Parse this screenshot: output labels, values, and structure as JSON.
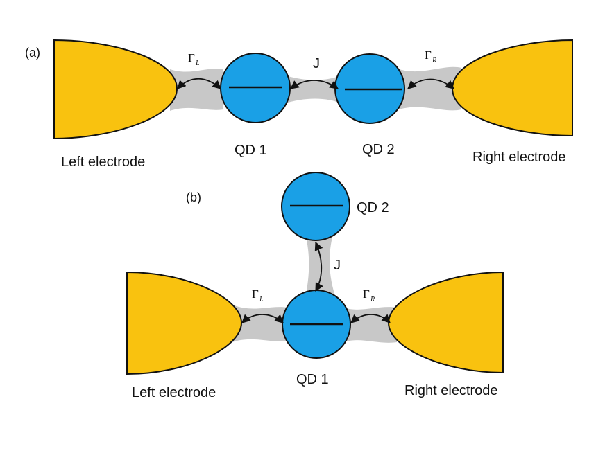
{
  "panel_a": {
    "label": "(a)",
    "gamma_left": {
      "symbol": "Γ",
      "subscript": "L"
    },
    "coupling": "J",
    "gamma_right": {
      "symbol": "Γ",
      "subscript": "R"
    },
    "left_electrode": "Left electrode",
    "dot1": "QD 1",
    "dot2": "QD 2",
    "right_electrode": "Right electrode"
  },
  "panel_b": {
    "label": "(b)",
    "dot2": "QD 2",
    "coupling": "J",
    "gamma_left": {
      "symbol": "Γ",
      "subscript": "L"
    },
    "gamma_right": {
      "symbol": "Γ",
      "subscript": "R"
    },
    "left_electrode": "Left electrode",
    "dot1": "QD 1",
    "right_electrode": "Right electrode"
  },
  "colors": {
    "electrode": "#F9C20F",
    "quantum_dot": "#1AA0E6",
    "tunneling_region": "#C8C8C8",
    "outline": "#111111"
  }
}
